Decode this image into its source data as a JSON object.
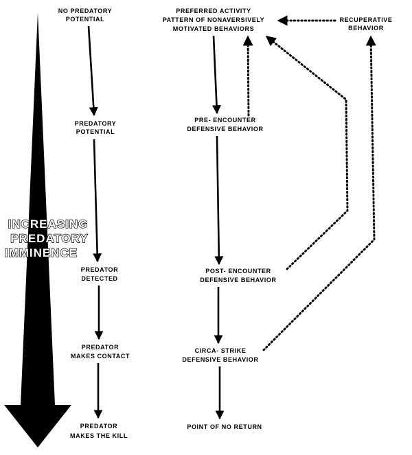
{
  "colors": {
    "ink": "#000000",
    "paper": "#ffffff"
  },
  "imminence": {
    "line1": "INCREASING",
    "line2": "PREDATORY",
    "line3": "IMMINENCE"
  },
  "predator": {
    "no_potential": [
      "NO PREDATORY",
      "POTENTIAL"
    ],
    "potential": [
      "PREDATORY",
      "POTENTIAL"
    ],
    "detected": [
      "PREDATOR",
      "DETECTED"
    ],
    "contact": [
      "PREDATOR",
      "MAKES CONTACT"
    ],
    "kill": [
      "PREDATOR",
      "MAKES THE KILL"
    ]
  },
  "defense": {
    "preferred": [
      "PREFERRED ACTIVITY",
      "PATTERN OF  NONAVERSIVELY",
      "MOTIVATED BEHAVIORS"
    ],
    "pre": [
      "PRE- ENCOUNTER",
      "DEFENSIVE BEHAVIOR"
    ],
    "post": [
      "POST- ENCOUNTER",
      "DEFENSIVE BEHAVIOR"
    ],
    "circa": [
      "CIRCA- STRIKE",
      "DEFENSIVE BEHAVIOR"
    ],
    "point_of_no_return": [
      "POINT OF NO RETURN"
    ]
  },
  "recuperative": [
    "RECUPERATIVE",
    "BEHAVIOR"
  ]
}
